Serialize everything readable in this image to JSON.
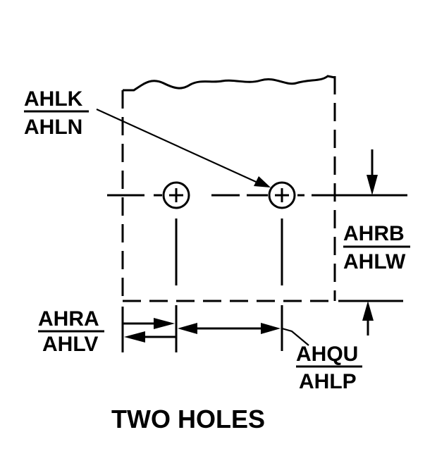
{
  "title": "TWO HOLES",
  "callouts": {
    "hole_position": {
      "top": "AHLK",
      "bottom": "AHLN"
    },
    "vertical_dim": {
      "top": "AHRB",
      "bottom": "AHLW"
    },
    "left_dim": {
      "top": "AHRA",
      "bottom": "AHLV"
    },
    "center_dim": {
      "top": "AHQU",
      "bottom": "AHLP"
    }
  }
}
